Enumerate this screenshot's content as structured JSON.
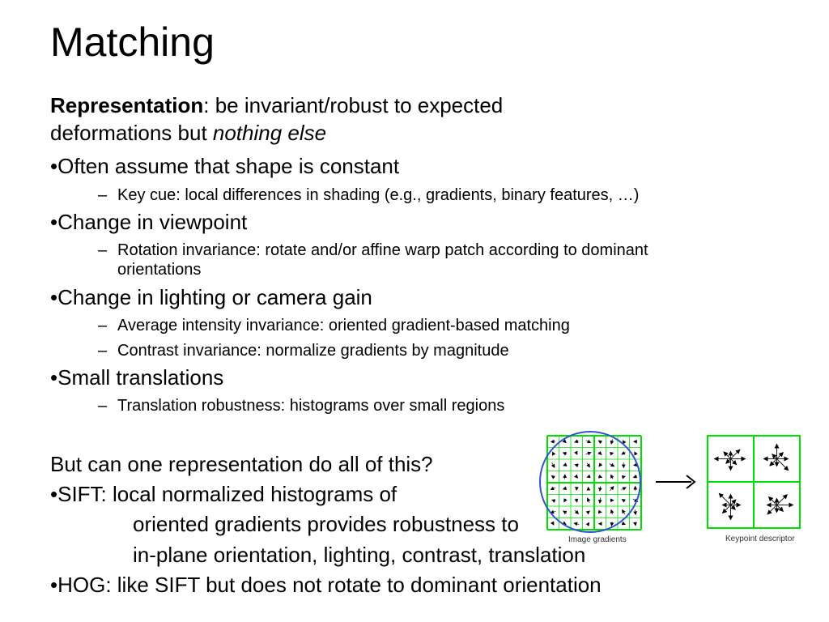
{
  "slide": {
    "title": "Matching",
    "intro": {
      "bold": "Representation",
      "rest": ": be invariant/robust to expected",
      "line2_prefix": "deformations but ",
      "line2_italic": "nothing else"
    },
    "bullets": [
      {
        "text": "•Often assume that shape is constant",
        "subs": [
          "Key cue: local differences in shading (e.g., gradients, binary features, …)"
        ]
      },
      {
        "text": "•Change in viewpoint",
        "subs": [
          "Rotation invariance: rotate and/or affine warp patch according to dominant",
          "orientations"
        ]
      },
      {
        "text": "•Change in lighting or camera gain",
        "subs": [
          "Average intensity invariance: oriented gradient-based matching",
          "Contrast invariance: normalize gradients by magnitude"
        ]
      },
      {
        "text": "•Small translations",
        "subs": [
          "Translation robustness: histograms over small regions"
        ]
      }
    ],
    "dash": "–",
    "question": "But can one representation do all of this?",
    "sift": [
      "•SIFT: local normalized histograms of",
      "oriented gradients provides robustness to",
      "in-plane orientation, lighting, contrast, translation"
    ],
    "hog": "•HOG: like SIFT but does not rotate to dominant orientation"
  },
  "figure": {
    "left_caption": "Image gradients",
    "right_caption": "Keypoint descriptor",
    "grid_color": "#00e000",
    "circle_color": "#3355cc",
    "arrow_color": "#000000"
  }
}
